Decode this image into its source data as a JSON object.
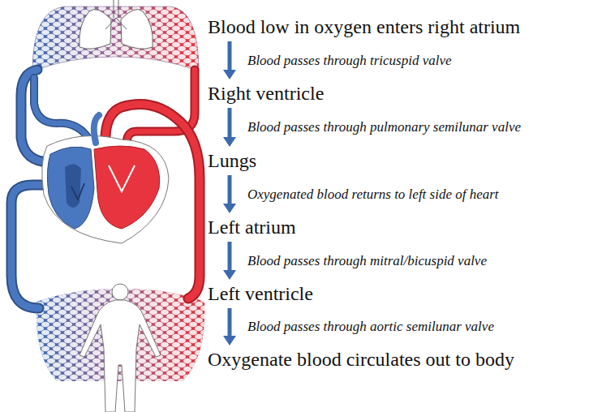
{
  "diagram": {
    "nodes": [
      {
        "text": [
          "Blood low in oxygen enters right atrium"
        ]
      },
      {
        "text": [
          "Right ventricle"
        ]
      },
      {
        "text": [
          "Lungs"
        ]
      },
      {
        "text": [
          "Left atrium"
        ]
      },
      {
        "text": [
          "Left ventricle"
        ]
      },
      {
        "text": [
          "Oxygenate blood circulates out to body"
        ]
      }
    ],
    "edges": [
      {
        "from": 0,
        "to": 1,
        "arrow": "to",
        "label": "Blood passes through tricuspid valve"
      },
      {
        "from": 1,
        "to": 2,
        "arrow": "to",
        "label": "Blood passes through pulmonary semilunar valve"
      },
      {
        "from": 2,
        "to": 3,
        "arrow": "to",
        "label": "Oxygenated blood returns to left side of heart"
      },
      {
        "from": 3,
        "to": 4,
        "arrow": "to",
        "label": "Blood passes through mitral/bicuspid valve"
      },
      {
        "from": 4,
        "to": 5,
        "arrow": "to",
        "label": "Blood passes through aortic semilunar valve"
      }
    ]
  }
}
